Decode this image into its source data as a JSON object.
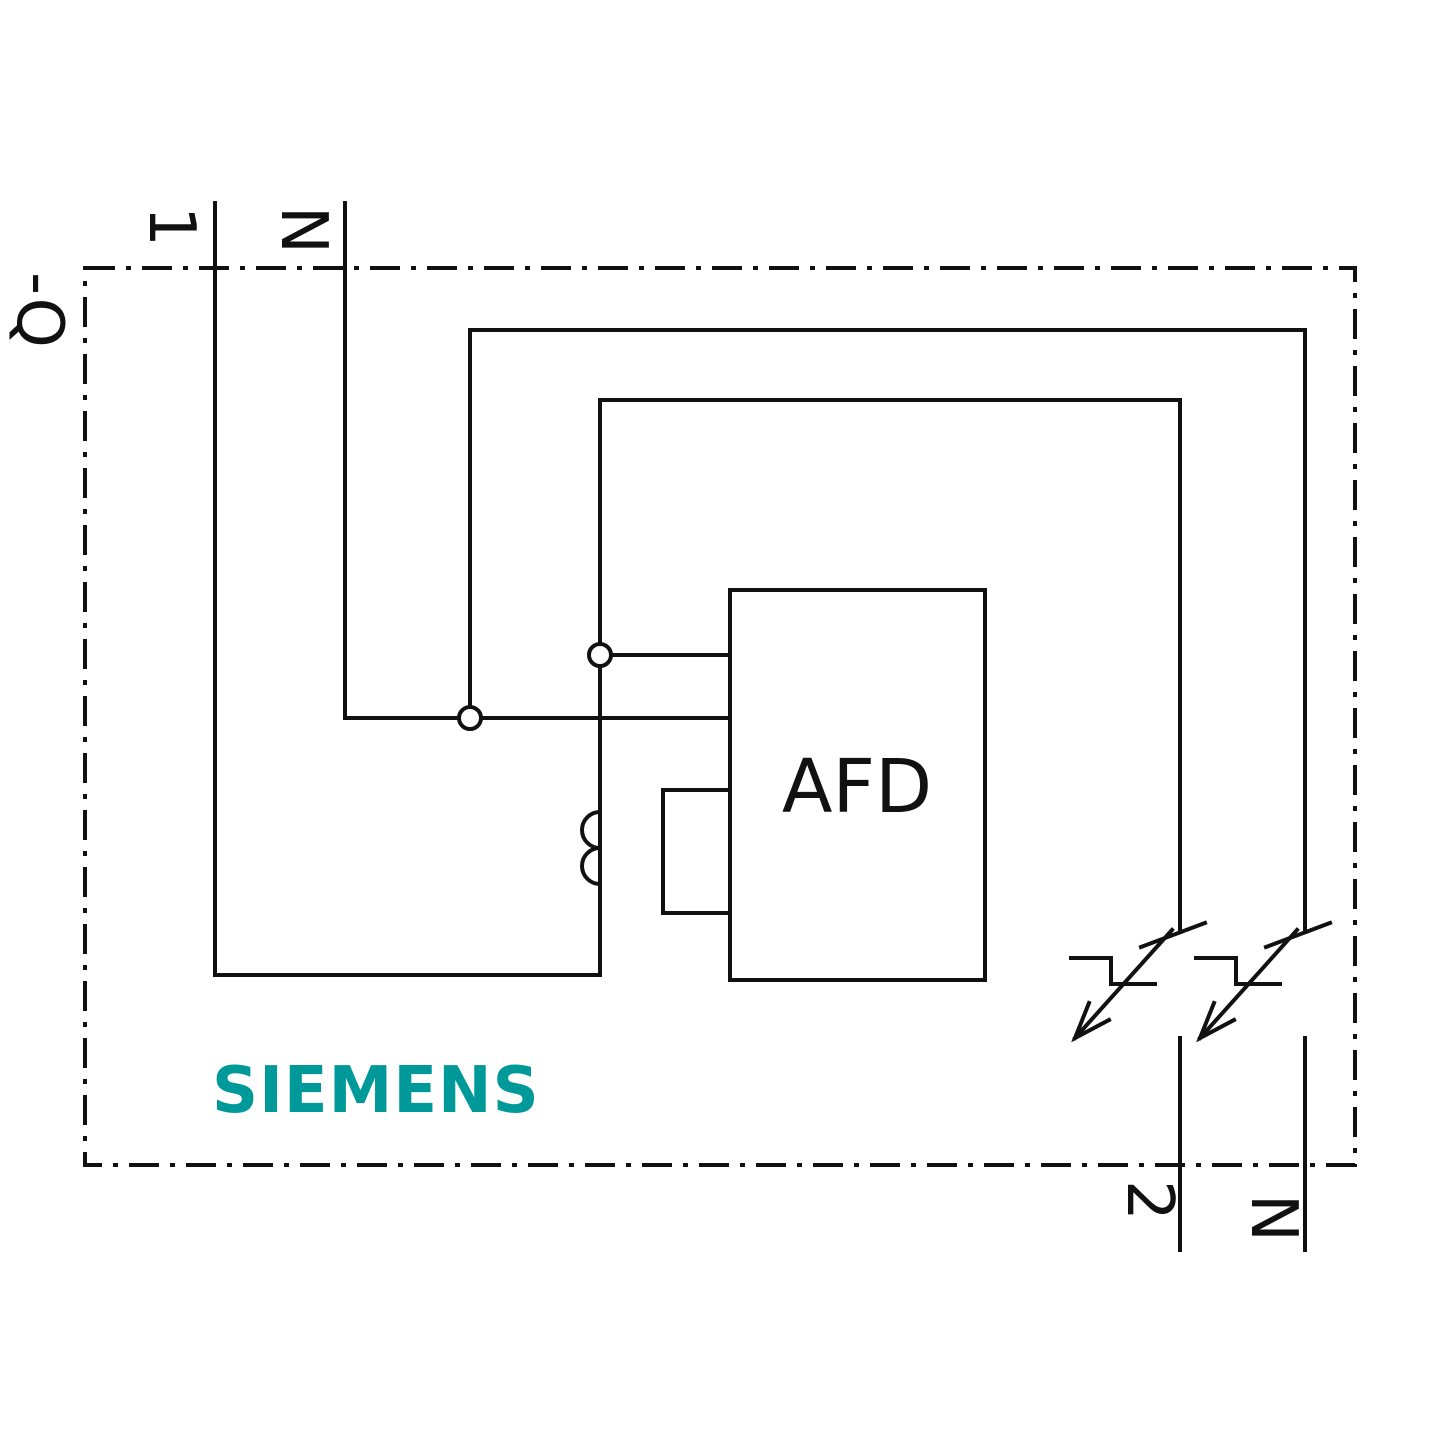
{
  "diagram": {
    "device_designation": "-Q",
    "terminals": {
      "input_line": "1",
      "input_neutral": "N",
      "output_line": "2",
      "output_neutral": "N"
    },
    "afd_block_label": "AFD",
    "brand": "SIEMENS",
    "colors": {
      "line": "#111111",
      "brand_teal": "#009999",
      "background": "#ffffff"
    }
  }
}
